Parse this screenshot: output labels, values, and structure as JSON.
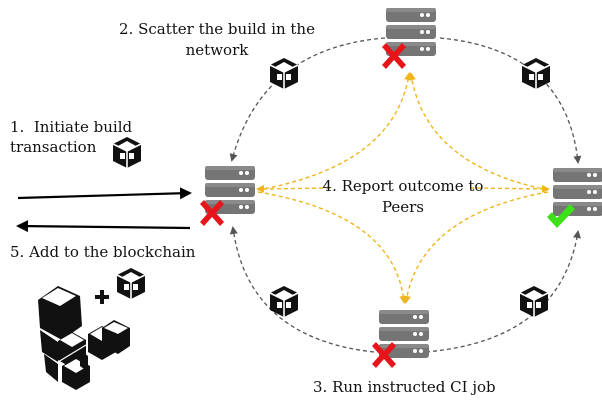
{
  "steps": {
    "step1_line1": "1.  Initiate build",
    "step1_line2": "transaction",
    "step2_line1": "2. Scatter the build in the",
    "step2_line2": "network",
    "step3": "3. Run instructed CI job",
    "step4_line1": "4. Report outcome to",
    "step4_line2": "Peers",
    "step5": "5. Add to the blockchain"
  },
  "colors": {
    "server": "#757575",
    "server_light": "#8a8a8a",
    "led": "#ffffff",
    "network_arrow": "#555555",
    "report_arrow": "#f0b41c",
    "cross": "#e8141b",
    "check": "#3ee01a",
    "cube": "#111111"
  },
  "icons": {
    "server": "server-stack-icon",
    "cube": "block-cube-icon",
    "fail": "red-cross-icon",
    "success": "green-check-icon",
    "blockchain": "stacked-blocks-icon"
  },
  "nodes": {
    "top_status": "fail",
    "left_status": "fail",
    "right_status": "success",
    "bottom_status": "fail"
  }
}
